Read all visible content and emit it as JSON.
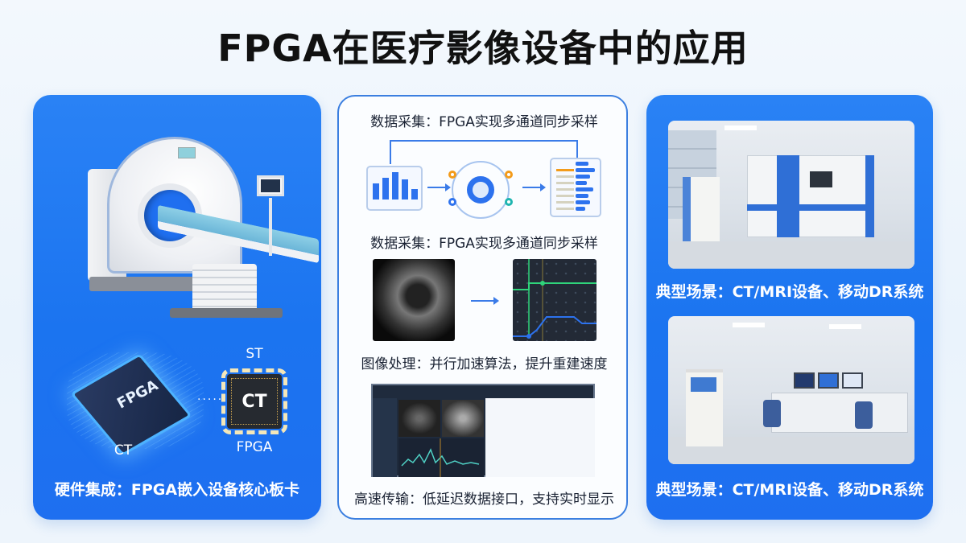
{
  "title": "FPGA在医疗影像设备中的应用",
  "colors": {
    "panel_blue": "#1e74f0",
    "mid_border": "#3b7fe0",
    "background": "#eef5fc",
    "title_text": "#111111"
  },
  "left_panel": {
    "illustration": "ct-scanner",
    "chips": {
      "fpga_chip_label": "FPGA",
      "fpga_chip_caption": "CT",
      "ct_chip_top_label": "ST",
      "ct_chip_label": "CT",
      "ct_chip_bottom_label": "FPGA",
      "connector": "·····"
    },
    "caption": "硬件集成：FPGA嵌入设备核心板卡"
  },
  "middle_panel": {
    "sections": [
      {
        "heading": "数据采集：FPGA实现多通道同步采样",
        "diagram": [
          "bar-chart-icon",
          "processing-ring-icon",
          "ranked-list-icon"
        ]
      },
      {
        "heading": "数据采集：FPGA实现多通道同步采样",
        "diagram": [
          "ultrasound-image",
          "waveform-plot"
        ],
        "caption": "图像处理：并行加速算法，提升重建速度"
      },
      {
        "diagram": [
          "software-interface-screenshot"
        ],
        "caption": "高速传输：低延迟数据接口，支持实时显示"
      }
    ],
    "mini_bar_heights": [
      28,
      36,
      44,
      34,
      18
    ]
  },
  "right_panel": {
    "scenes": [
      {
        "image": "lab-room-with-scanner",
        "caption": "典型场景：CT/MRI设备、移动DR系统"
      },
      {
        "image": "control-room-with-workstations",
        "caption": "典型场景：CT/MRI设备、移动DR系统"
      }
    ]
  }
}
